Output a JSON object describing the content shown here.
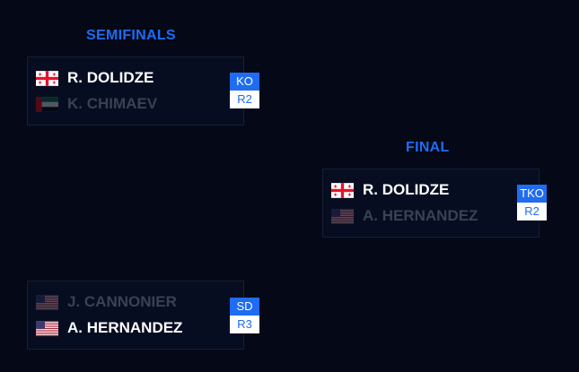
{
  "headings": {
    "semifinals": "SEMIFINALS",
    "final": "FINAL"
  },
  "bouts": {
    "semi1": {
      "fighter1": {
        "name": "R. DOLIDZE",
        "flag": "georgia-flag-icon",
        "winner": true
      },
      "fighter2": {
        "name": "K. CHIMAEV",
        "flag": "uae-flag-icon",
        "winner": false
      },
      "method": "KO",
      "round": "R2"
    },
    "semi2": {
      "fighter1": {
        "name": "J. CANNONIER",
        "flag": "usa-flag-icon",
        "winner": false
      },
      "fighter2": {
        "name": "A. HERNANDEZ",
        "flag": "usa-flag-icon",
        "winner": true
      },
      "method": "SD",
      "round": "R3"
    },
    "final": {
      "fighter1": {
        "name": "R. DOLIDZE",
        "flag": "georgia-flag-icon",
        "winner": true
      },
      "fighter2": {
        "name": "A. HERNANDEZ",
        "flag": "usa-flag-icon",
        "winner": false
      },
      "method": "TKO",
      "round": "R2"
    }
  },
  "colors": {
    "background": "#050816",
    "accent": "#1f6cf2",
    "card": "#070d21",
    "winner_text": "#ffffff",
    "loser_text": "#3a4154"
  }
}
